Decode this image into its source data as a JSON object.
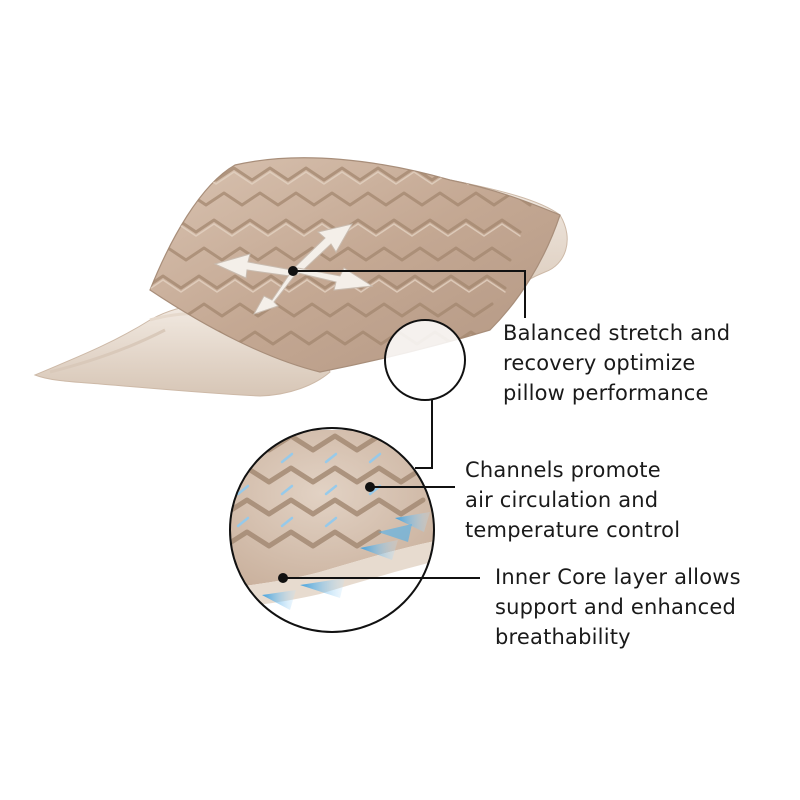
{
  "colors": {
    "fabric": "#c8ad98",
    "fabric_light": "#e8dccf",
    "fabric_shadow": "#a88e7a",
    "channel_blue": "#5ab4ea",
    "leader_line": "#111111",
    "text": "#1a1a1a"
  },
  "callouts": [
    {
      "lines": [
        "Balanced stretch and",
        "recovery optimize",
        "pillow performance"
      ]
    },
    {
      "lines": [
        "Channels promote",
        "air circulation and",
        "temperature control"
      ]
    },
    {
      "lines": [
        "Inner Core layer allows",
        "support and enhanced",
        "breathability"
      ]
    }
  ]
}
